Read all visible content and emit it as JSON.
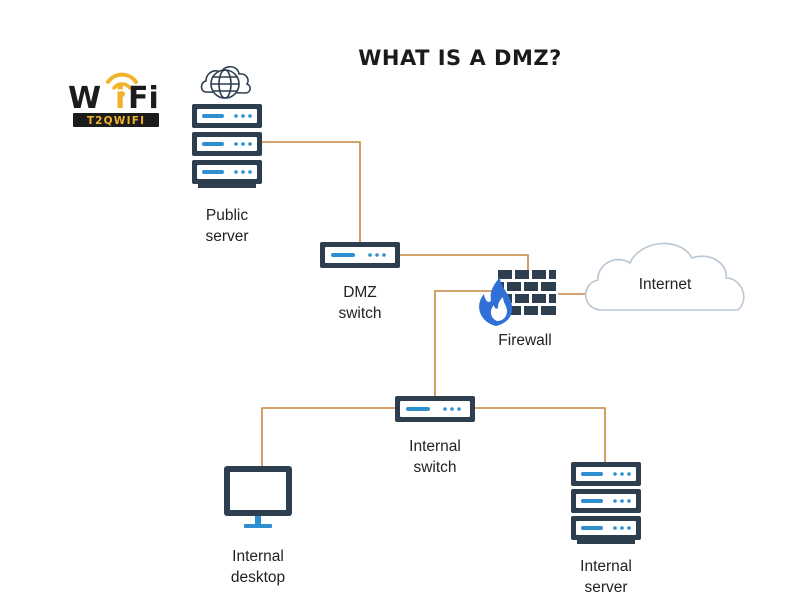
{
  "title": "WHAT IS A DMZ?",
  "logo": {
    "wordmark_left": "W",
    "wordmark_mid": "i",
    "wordmark_right": "Fi",
    "tagline": "T2QWIFI"
  },
  "nodes": {
    "public_server": {
      "line1": "Public",
      "line2": "server"
    },
    "dmz_switch": {
      "line1": "DMZ",
      "line2": "switch"
    },
    "firewall": {
      "line1": "Firewall"
    },
    "internet": {
      "line1": "Internet"
    },
    "internal_switch": {
      "line1": "Internal",
      "line2": "switch"
    },
    "internal_desktop": {
      "line1": "Internal",
      "line2": "desktop"
    },
    "internal_server": {
      "line1": "Internal",
      "line2": "server"
    }
  },
  "colors": {
    "device": "#2d3e4e",
    "device_accent": "#2e8fd0",
    "link": "#c8863d",
    "firewall_flame": "#2f6fd6",
    "cloud_stroke": "#b9c6d4",
    "logo_dark": "#1c1c1c",
    "logo_gold": "#f2b32a"
  },
  "icons": {
    "globe": "globe-icon",
    "server": "server-rack-icon",
    "switch": "network-switch-icon",
    "firewall": "firewall-icon",
    "cloud": "cloud-icon",
    "desktop": "monitor-icon"
  }
}
